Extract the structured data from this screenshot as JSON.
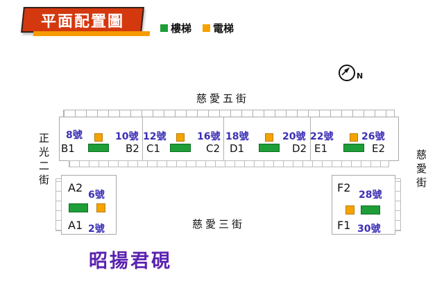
{
  "title": "平面配置圖",
  "legend": {
    "stairs_label": "樓梯",
    "elevator_label": "電梯"
  },
  "compass": {
    "label": "N",
    "icon": "north-arrow"
  },
  "streets": {
    "top": "慈愛五街",
    "left": "正光二街",
    "right": "慈愛街",
    "bottom": "慈愛三街"
  },
  "main_building": {
    "units": [
      {
        "number": "8號",
        "name": "B1"
      },
      {
        "number": "10號",
        "name": "B2"
      },
      {
        "number": "12號",
        "name": "C1"
      },
      {
        "number": "16號",
        "name": "C2"
      },
      {
        "number": "18號",
        "name": "D1"
      },
      {
        "number": "20號",
        "name": "D2"
      },
      {
        "number": "22號",
        "name": "E1"
      },
      {
        "number": "26號",
        "name": "E2"
      }
    ]
  },
  "building_a": {
    "top_unit": {
      "name": "A2",
      "number": "6號"
    },
    "bottom_unit": {
      "name": "A1",
      "number": "2號"
    }
  },
  "building_f": {
    "top_unit": {
      "name": "F2",
      "number": "28號"
    },
    "bottom_unit": {
      "name": "F1",
      "number": "30號"
    }
  },
  "project_name": "昭揚君硯",
  "icons": {
    "stairs": "green-square",
    "elevator": "orange-square",
    "compass": "circle-north-arrow"
  },
  "colors": {
    "banner_red": "#d4380e",
    "banner_orange_stripe": "#f59b00",
    "stairs_green": "#1e9e38",
    "elevator_orange": "#f5a300",
    "unit_number_purple": "#3b2fb5",
    "project_name_purple": "#5b22b0"
  }
}
